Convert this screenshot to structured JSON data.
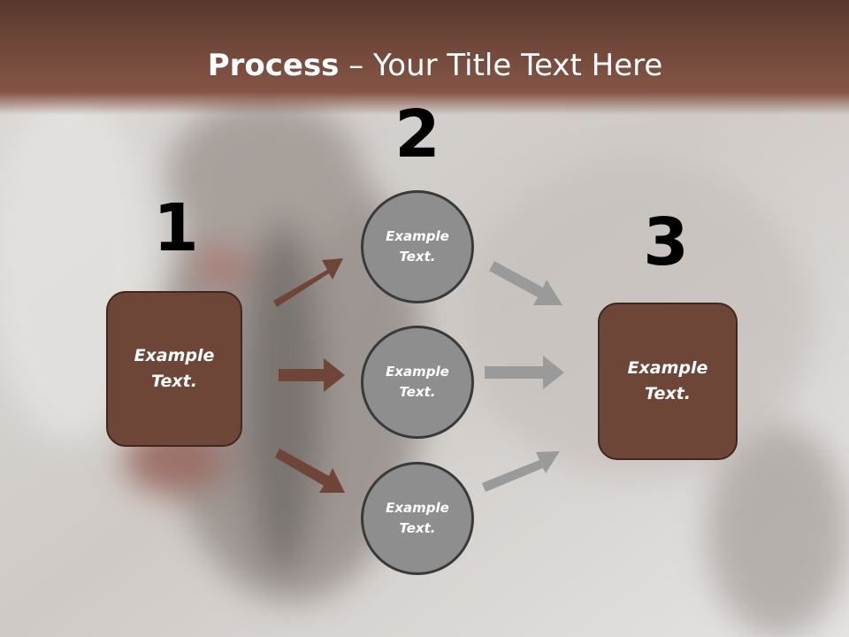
{
  "slide": {
    "title_bold": "Process",
    "title_rest": " – Your Title Text Here"
  },
  "steps": {
    "one": {
      "number": "1"
    },
    "two": {
      "number": "2"
    },
    "three": {
      "number": "3"
    }
  },
  "boxes": {
    "left": {
      "label": "Example\nText."
    },
    "right": {
      "label": "Example\nText."
    }
  },
  "circles": {
    "top": {
      "label": "Example\nText."
    },
    "middle": {
      "label": "Example\nText."
    },
    "bottom": {
      "label": "Example\nText."
    }
  },
  "colors": {
    "header": "#70473a",
    "box_fill": "#6d4638",
    "circle_fill": "#8e8e8e",
    "arrow_brown": "#6f4537",
    "arrow_gray": "#9a9a9a"
  }
}
